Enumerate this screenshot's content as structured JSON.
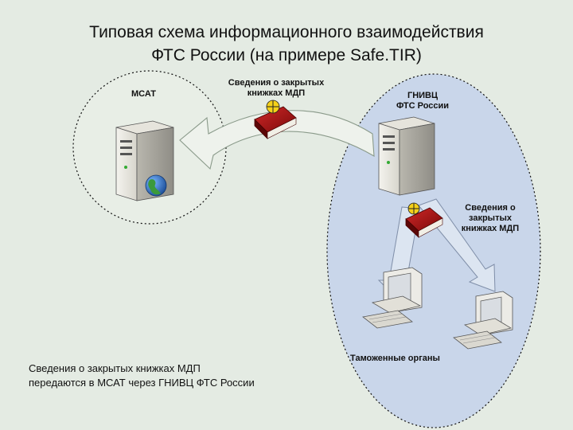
{
  "slide": {
    "title_line1": "Типовая схема информационного взаимодействия",
    "title_line2": "ФТС России (на примере Safe.TIR)"
  },
  "nodes": {
    "mcat": {
      "label": "МСАТ"
    },
    "gnivc": {
      "label_line1": "ГНИВЦ",
      "label_line2": "ФТС России"
    },
    "customs": {
      "label": "Таможенные органы"
    }
  },
  "flows": {
    "top": {
      "line1": "Сведения о закрытых",
      "line2": "книжках МДП"
    },
    "right": {
      "line1": "Сведения о",
      "line2": "закрытых",
      "line3": "книжках МДП"
    }
  },
  "caption": {
    "line1": "Сведения о закрытых книжках МДП",
    "line2": "передаются в МСАТ через ГНИВЦ ФТС России"
  },
  "colors": {
    "background": "#e4ebe3",
    "mcat_zone": "#e8eee6",
    "gnivc_zone": "#c9d6ea",
    "arrow_fill": "#eef2ec",
    "book": "#b01818"
  },
  "icons": {
    "server": "server-icon",
    "workstation": "computer-icon",
    "globe": "globe-icon",
    "book": "tir-carnet-icon"
  }
}
